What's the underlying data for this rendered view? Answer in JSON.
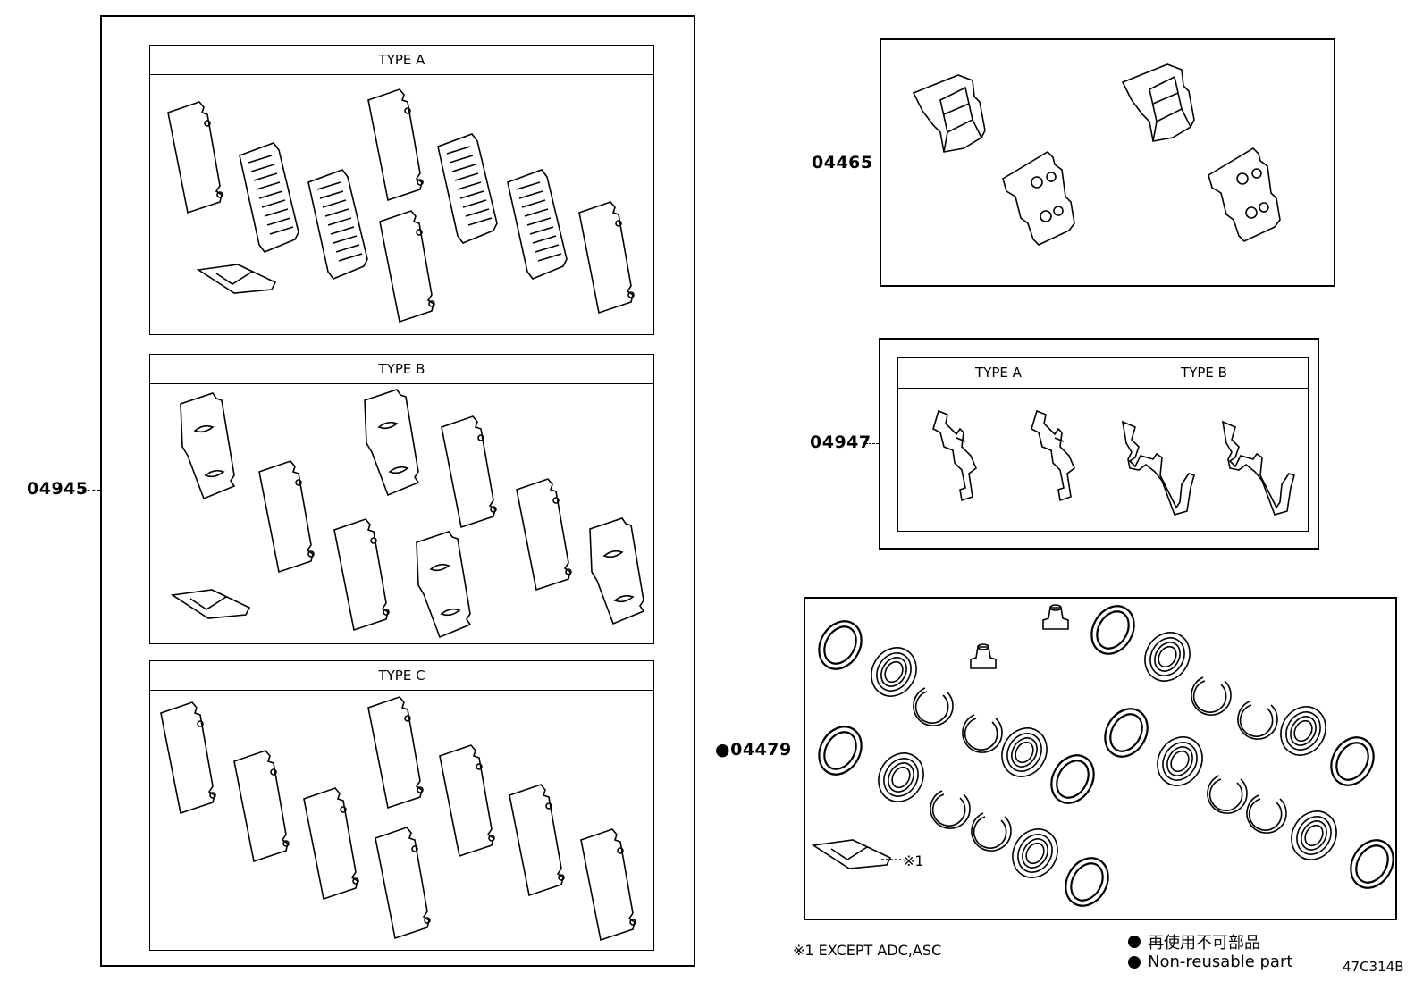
{
  "groups": {
    "g04945": {
      "part_no": "04945",
      "types": {
        "a": "TYPE A",
        "b": "TYPE B",
        "c": "TYPE C"
      }
    },
    "g04465": {
      "part_no": "04465"
    },
    "g04947": {
      "part_no": "04947",
      "types": {
        "a": "TYPE A",
        "b": "TYPE B"
      }
    },
    "g04479": {
      "part_no": "04479",
      "marker": "●",
      "callout": "※1"
    }
  },
  "footnote": "※1 EXCEPT ADC,ASC",
  "legend": {
    "symbol": "●",
    "line1": "再使用不可部品",
    "line2": "Non-reusable part"
  },
  "figure_code": "47C314B"
}
